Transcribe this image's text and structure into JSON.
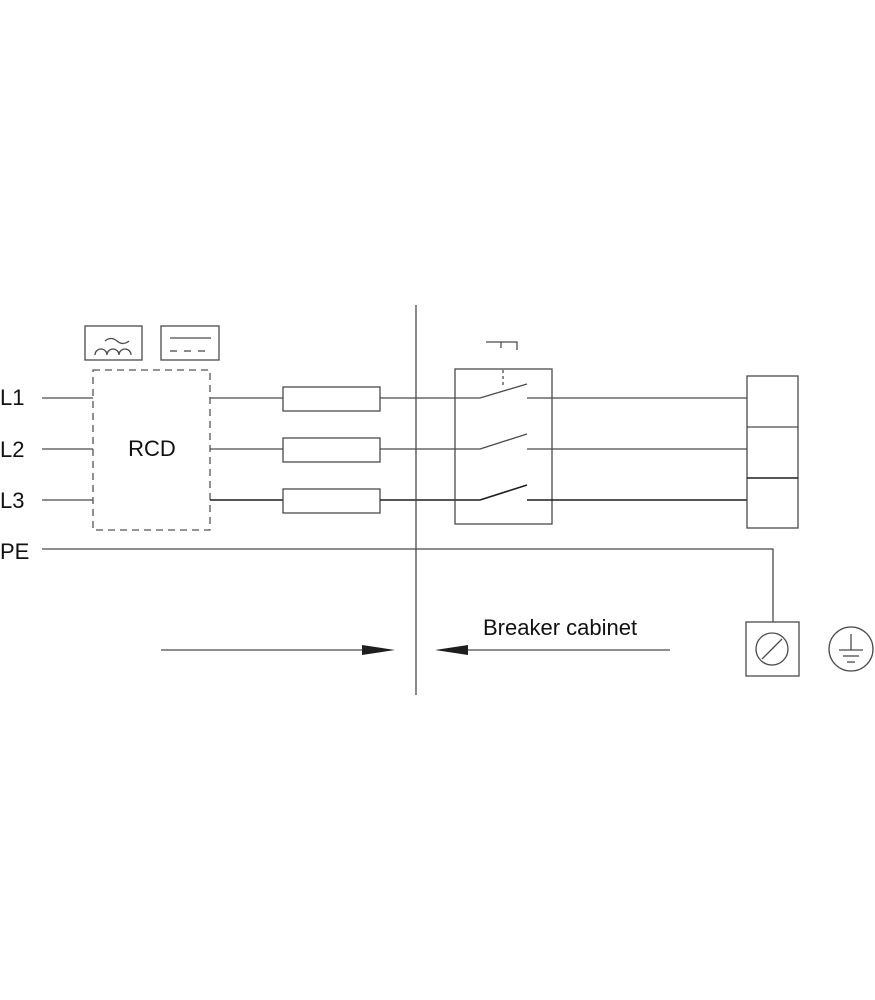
{
  "labels": {
    "l1": "L1",
    "l2": "L2",
    "l3": "L3",
    "pe": "PE",
    "rcd": "RCD",
    "breaker_cabinet": "Breaker cabinet"
  },
  "icons": {
    "ac_symbol": "ac-current-icon",
    "dc_symbol": "dc-current-icon",
    "terminal": "screw-terminal-icon",
    "earth": "earth-ground-icon"
  }
}
